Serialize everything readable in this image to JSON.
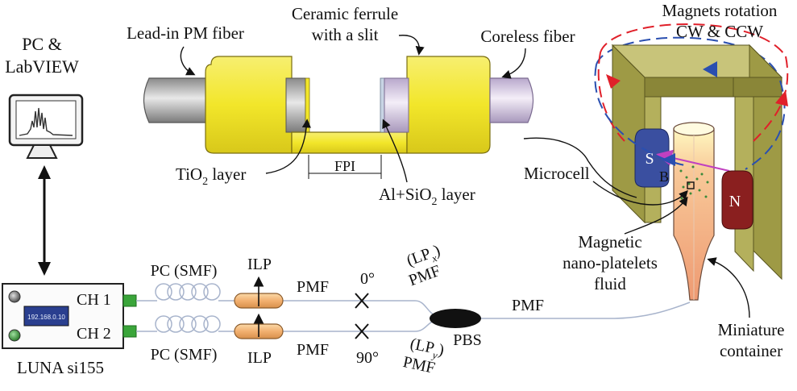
{
  "labels": {
    "pc_line1": "PC &",
    "pc_line2": "LabVIEW",
    "lead_in": "Lead-in PM fiber",
    "ferrule_line1": "Ceramic ferrule",
    "ferrule_line2": "with a slit",
    "coreless": "Coreless fiber",
    "magnets_line1": "Magnets rotation",
    "magnets_line2": "CW & CCW",
    "tio2_main": "TiO",
    "tio2_sub": "2",
    "tio2_rest": " layer",
    "fpi": "FPI",
    "alsio2_main": "Al+SiO",
    "alsio2_sub": "2",
    "alsio2_rest": " layer",
    "microcell": "Microcell",
    "magnet_s": "S",
    "magnet_n": "N",
    "field_b": "B",
    "fluid_line1": "Magnetic",
    "fluid_line2": "nano-platelets",
    "fluid_line3": "fluid",
    "container_line1": "Miniature",
    "container_line2": "container",
    "luna_ip": "192.168.0.10",
    "ch1": "CH 1",
    "ch2": "CH 2",
    "luna_name": "LUNA si155",
    "pc_smf_top": "PC (SMF)",
    "pc_smf_bottom": "PC (SMF)",
    "ilp_top": "ILP",
    "ilp_bottom": "ILP",
    "pmf_top": "PMF",
    "pmf_bottom": "PMF",
    "pmf_mid": "PMF",
    "angle_top": "0°",
    "angle_bottom": "90°",
    "lpx_main": "(LP",
    "lpx_sub": "x",
    "lpx_close": ")",
    "lpy_main": "(LP",
    "lpy_sub": "y",
    "lpy_close": ")",
    "pmf_lpx": "PMF",
    "pmf_lpy": "PMF",
    "pbs": "PBS"
  },
  "colors": {
    "ferrule": "#f2e62a",
    "fiber_gray": "#b5b5b5",
    "coreless": "#d8c8e8",
    "magnet_frame": "#9e9a45",
    "magnet_s": "#3a4fa0",
    "magnet_n": "#8a1f1f",
    "rotation_red": "#e0202a",
    "rotation_blue": "#2a4fb0",
    "fluid": "#f0a880",
    "field_line": "#c040c0",
    "ilp": "#f2b070",
    "port_green": "#3aa53a",
    "luna_screen": "#2a3f8f"
  }
}
